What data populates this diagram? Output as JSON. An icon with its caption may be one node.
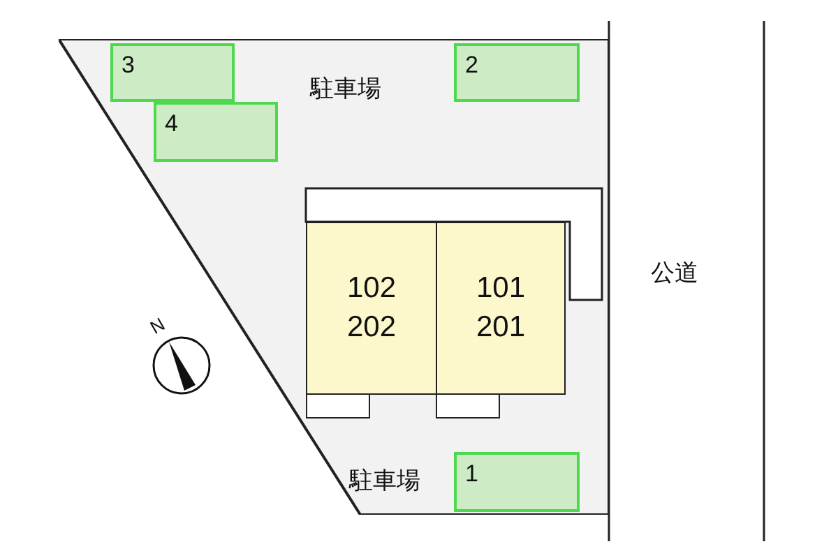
{
  "diagram": {
    "nodes": [
      {
        "text": [
          "駐車場",
          "駐車場"
        ]
      },
      {
        "text": [
          "3"
        ],
        "in": 0
      },
      {
        "text": [
          "2"
        ],
        "in": 0
      },
      {
        "text": [
          "4"
        ],
        "in": 0
      },
      {
        "text": [
          "102 202"
        ],
        "in": 0
      },
      {
        "text": [
          "101 201"
        ],
        "in": 0
      },
      {
        "text": [
          "1"
        ],
        "in": 0
      }
    ],
    "edges": [],
    "labels": [
      "公道",
      "N"
    ]
  }
}
